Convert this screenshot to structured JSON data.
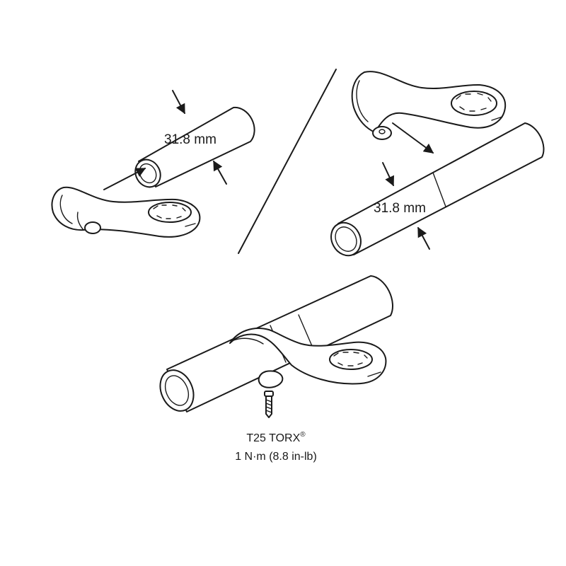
{
  "figure": {
    "left_panel": {
      "dimension_label": "31.8 mm"
    },
    "right_panel": {
      "dimension_label": "31.8 mm"
    },
    "bottom_panel": {
      "tool_label": "T25 TORX",
      "tool_label_mark": "®",
      "torque_label": "1 N·m (8.8 in-lb)"
    },
    "colors": {
      "line": "#1a1a1a",
      "background": "#ffffff"
    }
  }
}
